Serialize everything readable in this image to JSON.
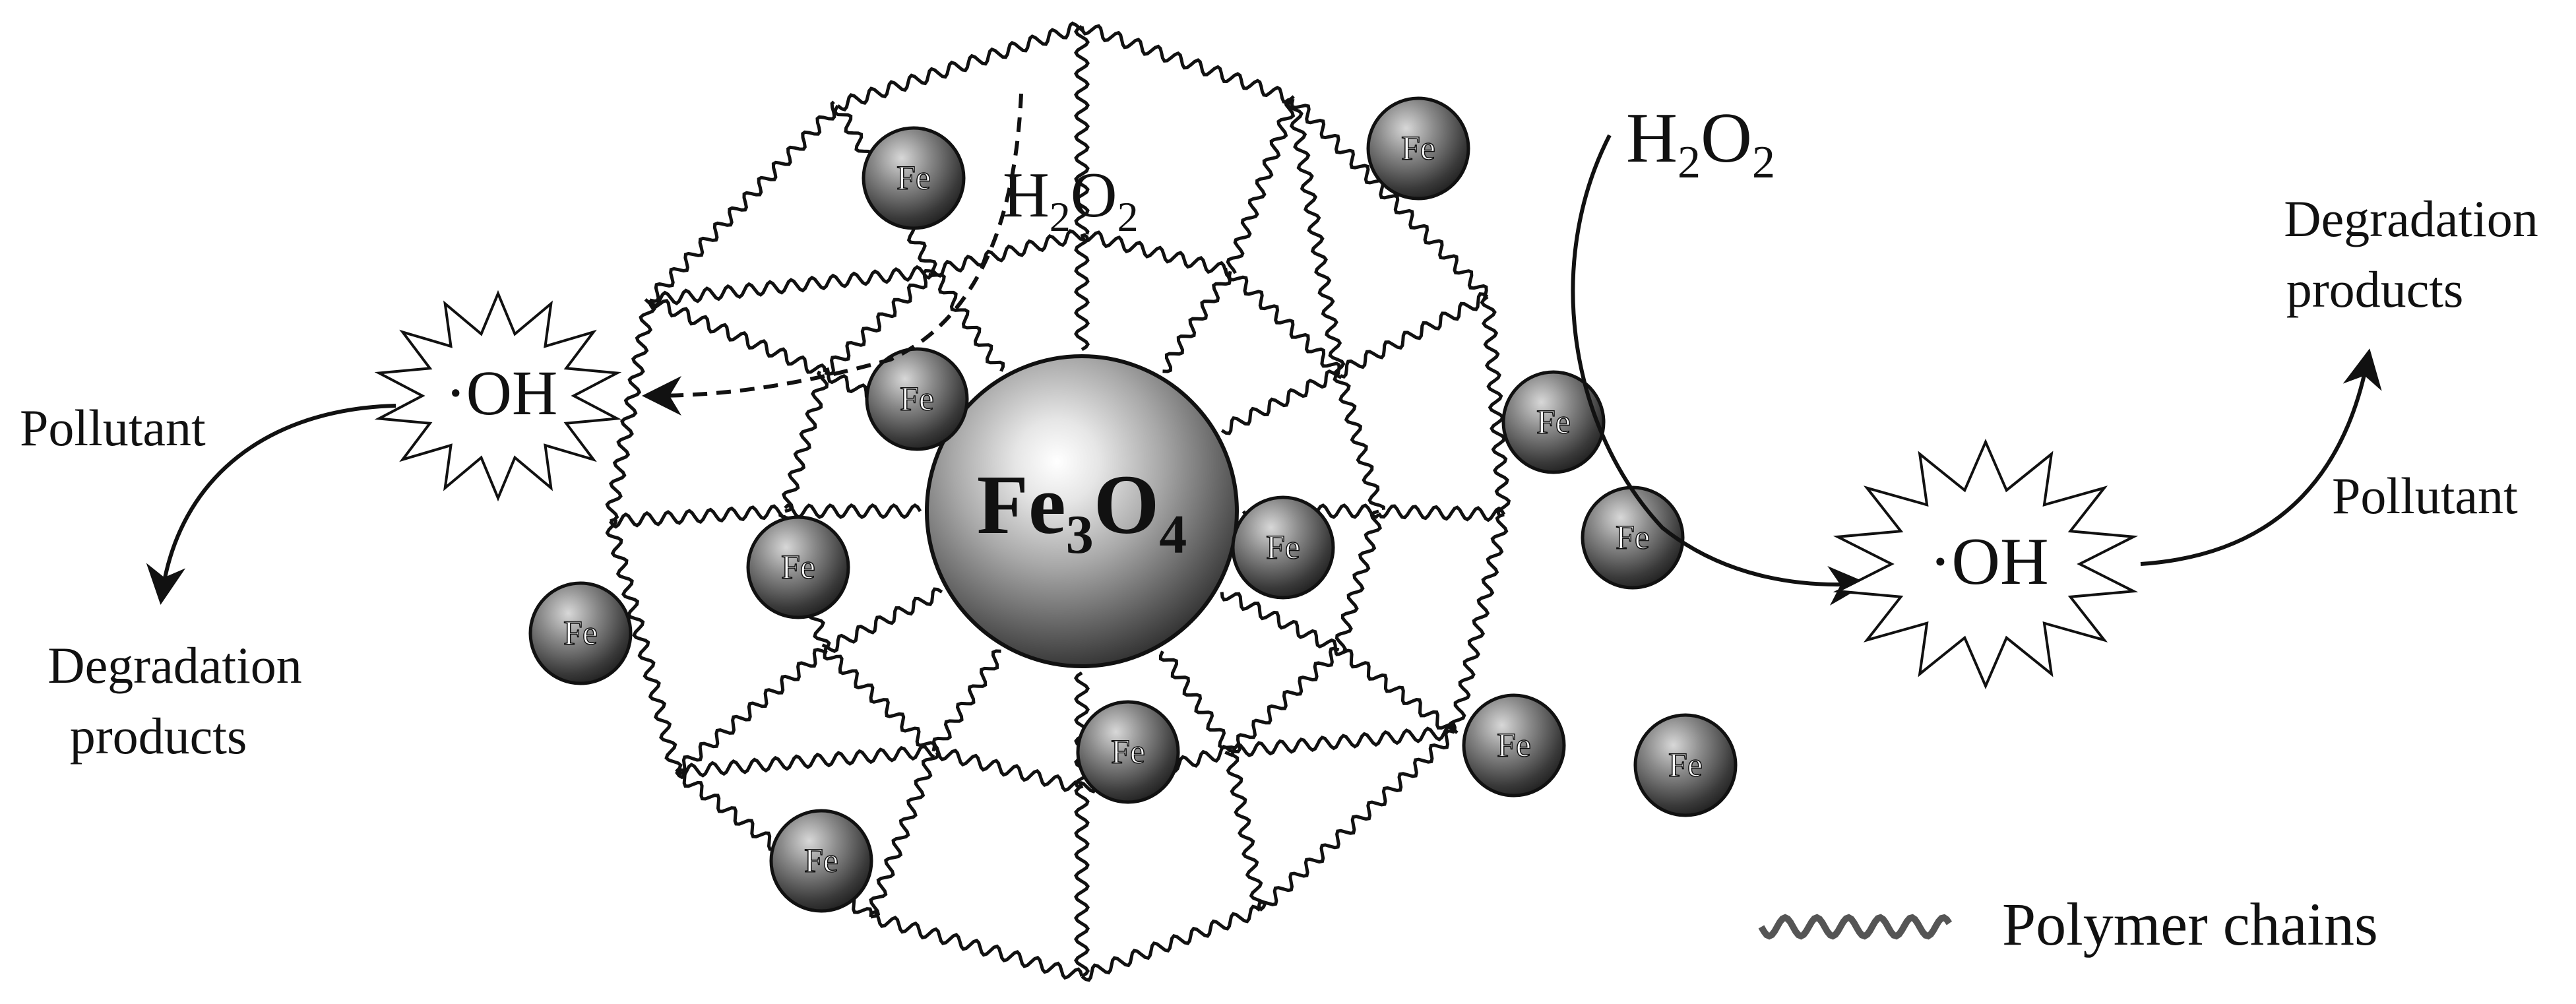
{
  "core": {
    "formula_main": "Fe",
    "formula_sub1": "3",
    "formula_mid": "O",
    "formula_sub2": "4"
  },
  "iron_label": "Fe",
  "inner": {
    "h2o2_H": "H",
    "h2o2_sub1": "2",
    "h2o2_O": "O",
    "h2o2_sub2": "2",
    "oh_dot": "·",
    "oh_label": "OH"
  },
  "left": {
    "pollutant": "Pollutant",
    "degradation_line1": "Degradation",
    "degradation_line2": "products"
  },
  "right": {
    "h2o2_H": "H",
    "h2o2_sub1": "2",
    "h2o2_O": "O",
    "h2o2_sub2": "2",
    "oh_dot": "·",
    "oh_label": "OH",
    "pollutant": "Pollutant",
    "degradation_line1": "Degradation",
    "degradation_line2": "products"
  },
  "legend": {
    "label": "Polymer chains"
  },
  "colors": {
    "ink": "#111111",
    "bead_dark": "#222222",
    "bead_light": "#d8d8d8"
  }
}
